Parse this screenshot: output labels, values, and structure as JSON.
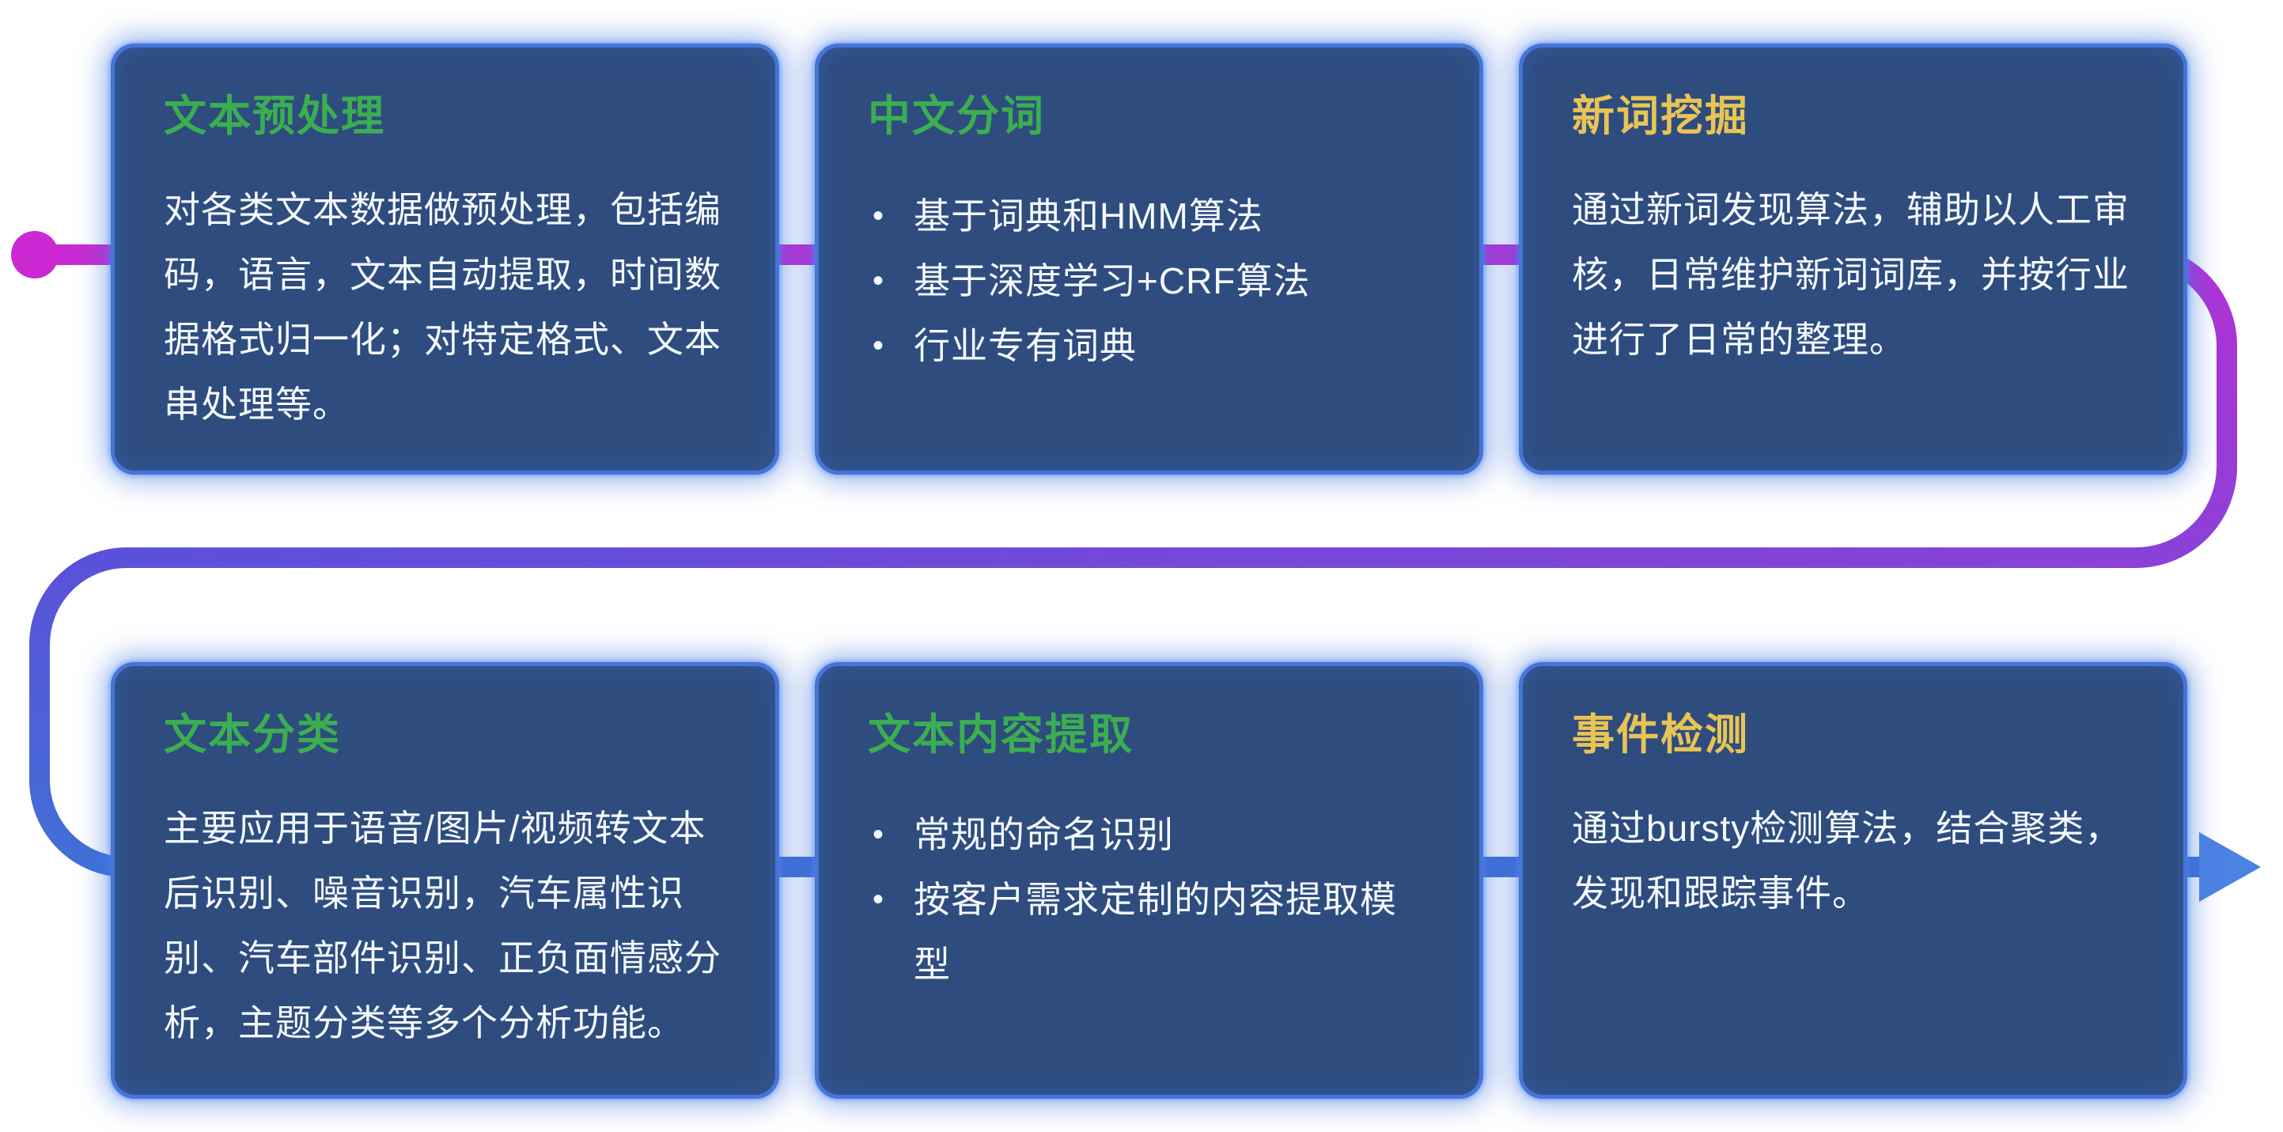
{
  "colors": {
    "page_bg": "#ffffff",
    "card_bg": "#2e4c7e",
    "card_border": "#4575da",
    "title_green": "#3bae52",
    "title_yellow": "#e8c455",
    "body_text": "#f5f9ff",
    "flow_magenta": "#cb2ad2",
    "flow_magenta_deep": "#b431d6",
    "flow_purple": "#8a41d8",
    "flow_indigo": "#5b50da",
    "flow_blue": "#4170d6",
    "flow_arrow": "#4c82e2"
  },
  "cards": [
    {
      "title": "文本预处理",
      "title_color": "green",
      "text": "对各类文本数据做预处理，包括编码，语言，文本自动提取，时间数据格式归一化；对特定格式、文本串处理等。"
    },
    {
      "title": "中文分词",
      "title_color": "green",
      "bullets": [
        "基于词典和HMM算法",
        "基于深度学习+CRF算法",
        "行业专有词典"
      ]
    },
    {
      "title": "新词挖掘",
      "title_color": "yellow",
      "text": "通过新词发现算法，辅助以人工审核，日常维护新词词库，并按行业进行了日常的整理。"
    },
    {
      "title": "文本分类",
      "title_color": "green",
      "text": "主要应用于语音/图片/视频转文本后识别、噪音识别，汽车属性识别、汽车部件识别、正负面情感分析，主题分类等多个分析功能。"
    },
    {
      "title": "文本内容提取",
      "title_color": "green",
      "bullets": [
        "常规的命名识别",
        "按客户需求定制的内容提取模型"
      ]
    },
    {
      "title": "事件检测",
      "title_color": "yellow",
      "text": "通过bursty检测算法，结合聚类，发现和跟踪事件。"
    }
  ]
}
